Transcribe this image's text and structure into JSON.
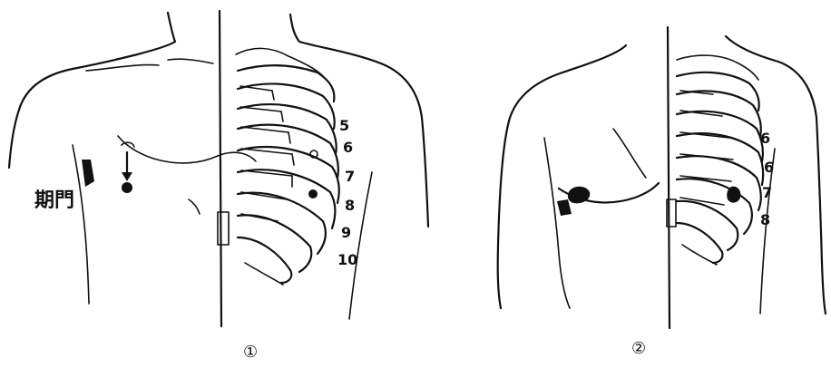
{
  "figure1": {
    "point_label": "期門",
    "rib_numbers": [
      "5",
      "6",
      "7",
      "8",
      "9",
      "10"
    ],
    "caption": "①"
  },
  "figure2": {
    "rib_numbers": [
      "6",
      "6",
      "7",
      "8"
    ],
    "caption": "②"
  },
  "colors": {
    "ink": "#111111",
    "paper": "#ffffff"
  }
}
